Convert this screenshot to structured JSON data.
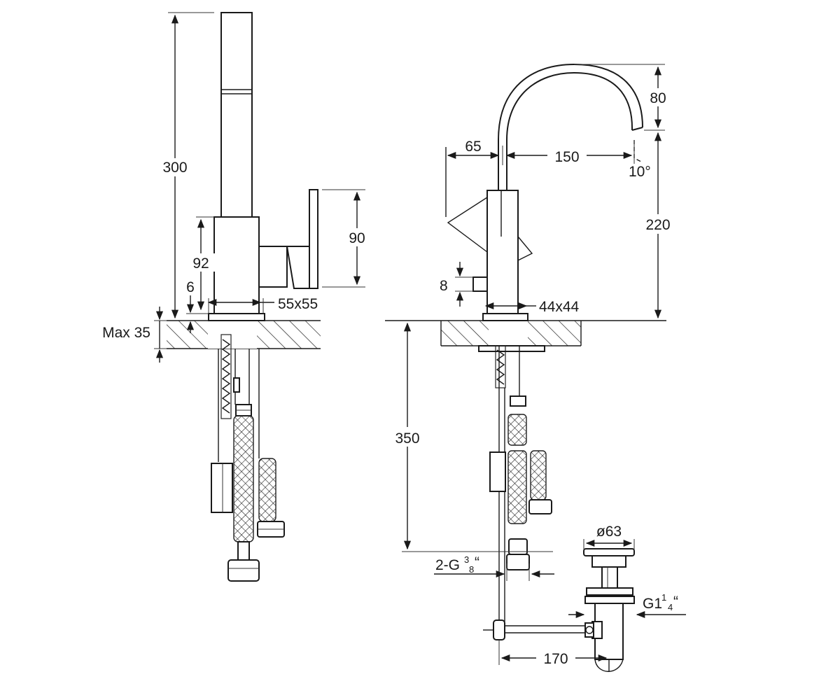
{
  "labels": {
    "height_300": "300",
    "height_92": "92",
    "gap_6": "6",
    "max_35": "Max 35",
    "handle_90": "90",
    "base_55x55": "55x55",
    "spout_offset_65": "65",
    "spout_reach_150": "150",
    "spout_drop_80": "80",
    "spout_angle": "10°",
    "spout_height_220": "220",
    "inlet_8": "8",
    "base_44x44": "44x44",
    "hose_350": "350",
    "connection_main": "2-G",
    "connection_num": "3",
    "connection_den": "8",
    "connection_quote": "“",
    "waste_dia": "ø63",
    "waste_thread_main": "G1",
    "waste_thread_num": "1",
    "waste_thread_den": "4",
    "waste_thread_quote": "“",
    "waste_offset_170": "170"
  }
}
